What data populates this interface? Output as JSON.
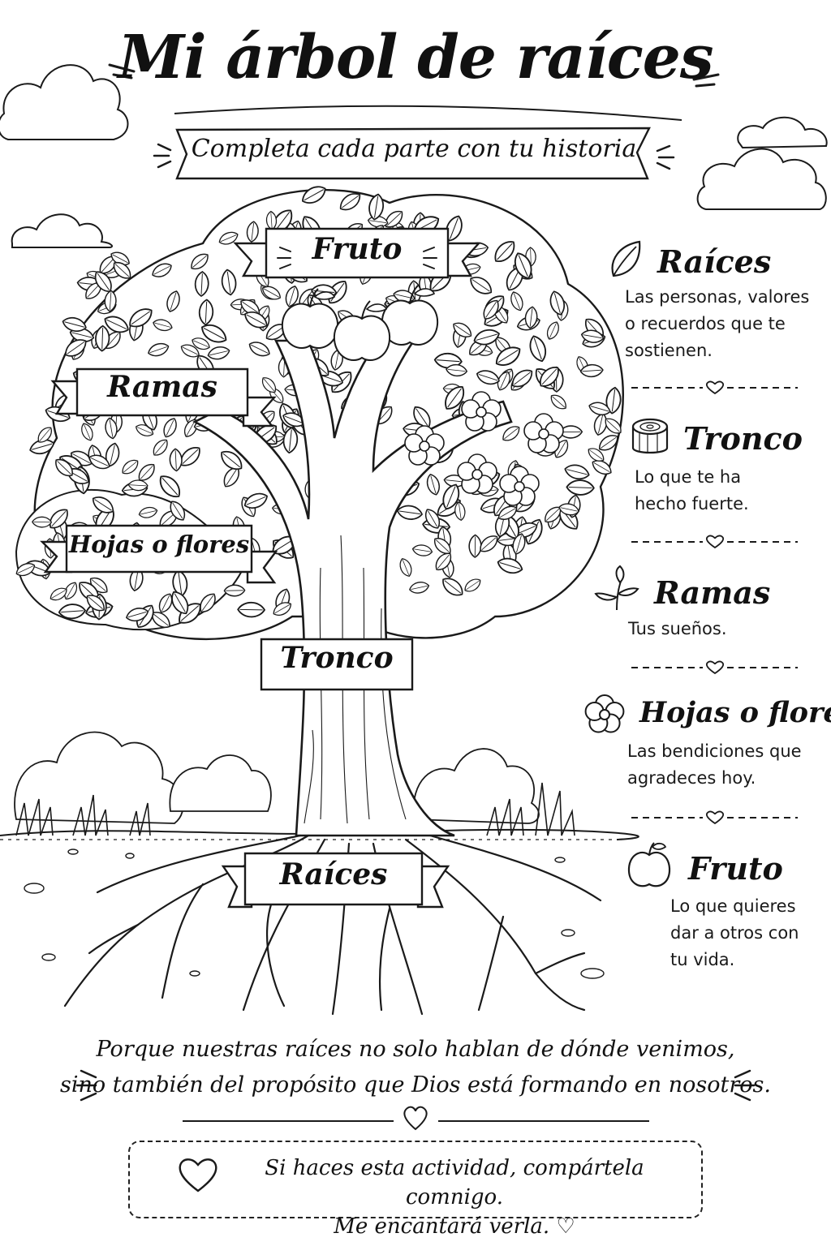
{
  "header": {
    "title": "Mi árbol de raíces",
    "subtitle": "Completa cada parte con tu historia"
  },
  "tree_labels": {
    "fruto": "Fruto",
    "ramas": "Ramas",
    "hojas": "Hojas o flores",
    "tronco": "Tronco",
    "raices": "Raíces"
  },
  "legend": [
    {
      "icon": "leaf-icon",
      "title": "Raíces",
      "lines": [
        "Las personas, valores",
        "o recuerdos que te",
        "sostienen."
      ]
    },
    {
      "icon": "stump-icon",
      "title": "Tronco",
      "lines": [
        "Lo que te ha",
        "hecho fuerte."
      ]
    },
    {
      "icon": "sprout-icon",
      "title": "Ramas",
      "lines": [
        "Tus sueños."
      ]
    },
    {
      "icon": "flower-icon",
      "title": "Hojas o flores",
      "lines": [
        "Las bendiciones que",
        "agradeces hoy."
      ]
    },
    {
      "icon": "apple-icon",
      "title": "Fruto",
      "lines": [
        "Lo que quieres",
        "dar a otros con",
        "tu vida."
      ]
    }
  ],
  "footer": {
    "quote_line1": "Porque nuestras raíces no solo hablan de dónde venimos,",
    "quote_line2": "sino también del propósito que Dios está formando en nosotros.",
    "note_line1": "Si haces esta actividad, compártela comnigo.",
    "note_line2": "Me encantará verla. ♡"
  },
  "colors": {
    "ink": "#111111",
    "paper": "#ffffff"
  }
}
